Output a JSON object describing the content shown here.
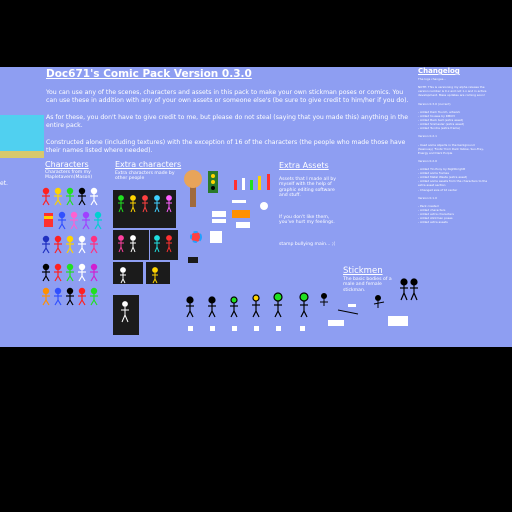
{
  "title": "Doc671's Comic Pack Version 0.3.0",
  "intro": "You can use any of the scenes, characters and assets in this pack to make your own stickman poses or comics. You can use these in addition with any of your own assets or someone else's (be sure to give credit to him/her if you do).",
  "credit_note": "As for these, you don't have to give credit to me, but please do not steal (saying that you made this) anything in the entire pack.",
  "constructed_note": "Constructed alone (including textures) with the exception of 16 of the characters (the people who made those have their names listed where needed).",
  "left_cut_text": "et.",
  "characters": {
    "heading": "Characters",
    "subtitle": "Characters from my Mapletavern(Mason)"
  },
  "extra_characters": {
    "heading": "Extra characters",
    "subtitle": "Extra characters made by other people"
  },
  "extra_assets": {
    "heading": "Extra Assets",
    "description": "Assets that I made all by myself with the help of graphic editing software and stuff.",
    "warning": "If you don't like them, you've hurt my feelings.",
    "caption": "stamp bullying main... ;("
  },
  "stickmen": {
    "heading": "Stickmen",
    "description": "The basic bodies of a male and female stickman."
  },
  "changelog": {
    "heading": "Changelog",
    "lines": [
      "The logs changes...",
      "",
      "NOTE: This is versioning my alpha release the",
      "version number is 0.x and not 1.x and in active",
      "development. Mass updates are coming soon!",
      "",
      "Version 0.3.0 (current)",
      "",
      "- Added Dark Tourch, artwork",
      "- Added houses by RMIX3",
      "- Added Back text (extra asset)",
      "- Added Sinmauler (extra asset)",
      "- Added Tundra (extra frame)",
      "",
      "Version 0.2.1",
      "",
      "- Used some objects in the background",
      "  (Sasinusy) 'Fonts' from Dark Yellow, Sun-Frey,",
      "  Energy and Dark Purple",
      "",
      "Version 0.2.0",
      "",
      "- Added Tin Pony by Nightbrightt",
      "- Added some frames",
      "- Added Metal Waste (extra asset)",
      "- Added some assets from the characters to the",
      "  extra asset section",
      "- Changed size of bt center",
      "",
      "Version 0.1.0",
      "",
      "- Pack created",
      "- Added characters",
      "- Added extra characters",
      "- Added stickman poses",
      "- Added extra assets"
    ]
  },
  "colors": {
    "background": "#8e9ef2",
    "outer": "#000000",
    "text": "#ffffff",
    "tile": "#50d0f0"
  }
}
